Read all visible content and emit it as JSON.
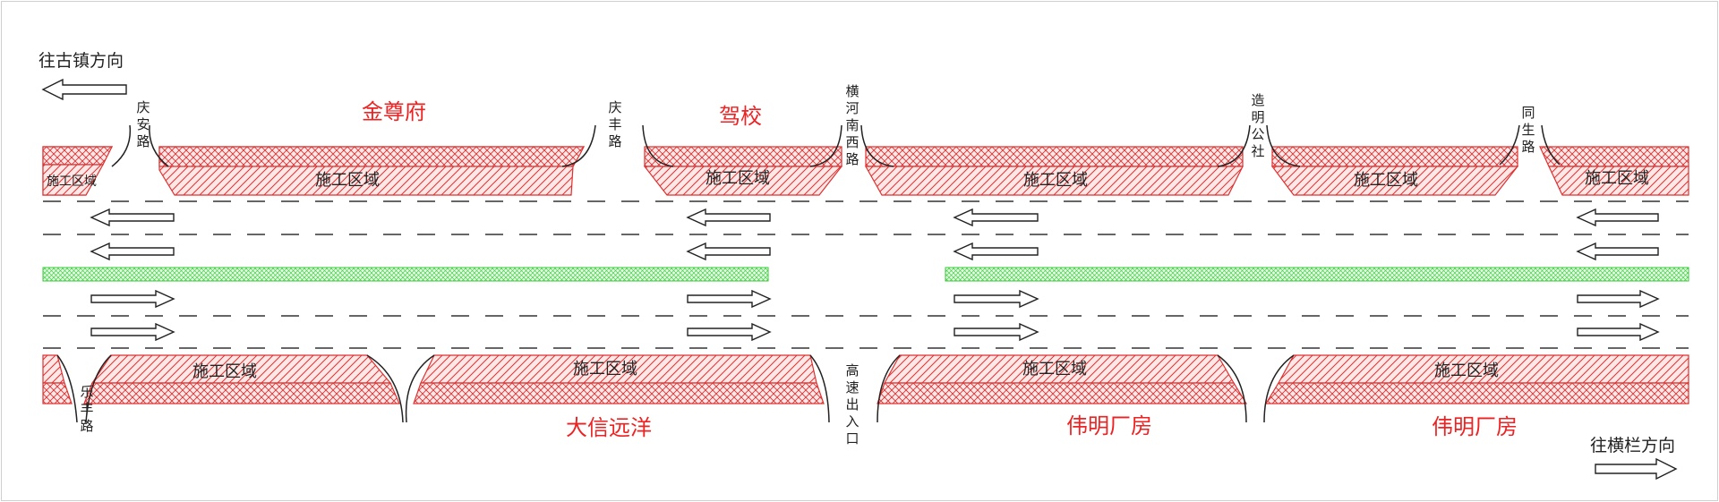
{
  "directions": {
    "west": "往古镇方向",
    "east": "往横栏方向"
  },
  "zone_label": "施工区域",
  "top_zones": [
    {
      "label": "施工区域"
    },
    {
      "label": "施工区域"
    },
    {
      "label": "施工区域"
    },
    {
      "label": "施工区域"
    },
    {
      "label": "施工区域"
    },
    {
      "label": "施工区域"
    }
  ],
  "bottom_zones": [
    {
      "label": "施工区域"
    },
    {
      "label": "施工区域"
    },
    {
      "label": "施工区域"
    },
    {
      "label": "施工区域"
    }
  ],
  "roads_top": [
    {
      "label": "庆安路"
    },
    {
      "label": "庆丰路"
    },
    {
      "label": "横河南西路"
    },
    {
      "label": "造明公社"
    },
    {
      "label": "同生路"
    }
  ],
  "roads_bottom": [
    {
      "label": "乐丰路"
    },
    {
      "label": "高速出入口"
    }
  ],
  "landmarks_top": [
    {
      "label": "金尊府"
    },
    {
      "label": "驾校"
    }
  ],
  "landmarks_bottom": [
    {
      "label": "大信远洋"
    },
    {
      "label": "伟明厂房"
    },
    {
      "label": "伟明厂房"
    }
  ],
  "colors": {
    "construction": "#e03030",
    "median": "#33cc33",
    "landmark_text": "#ee2222"
  }
}
